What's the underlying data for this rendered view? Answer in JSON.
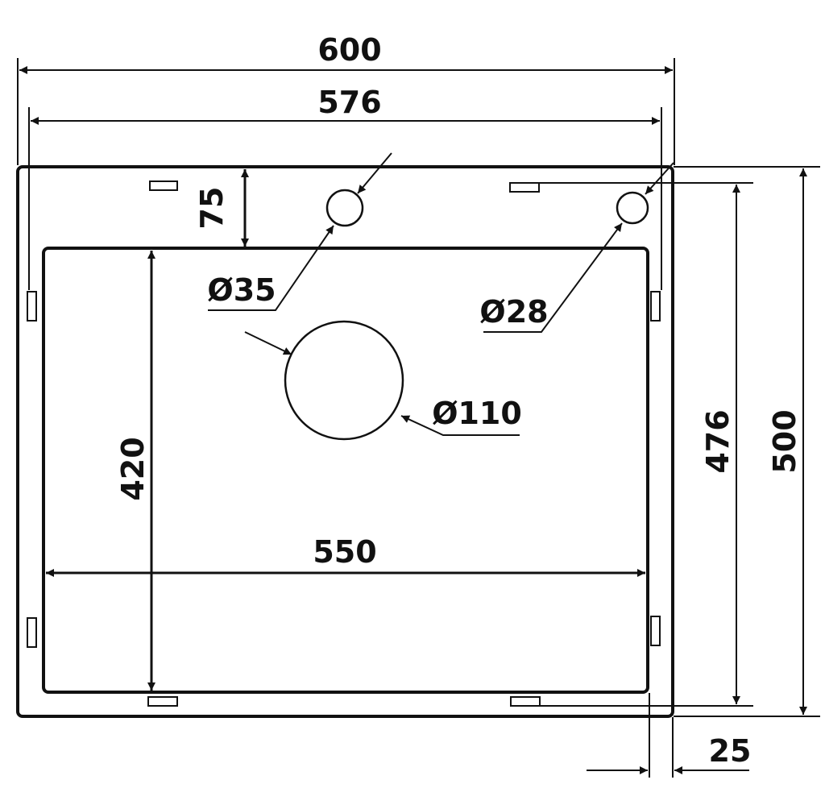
{
  "dimensions": {
    "overall_width": "600",
    "inner_width": "576",
    "bowl_width": "550",
    "bowl_depth": "420",
    "overall_depth": "500",
    "inner_depth": "476",
    "rim_offset": "75",
    "flange": "25"
  },
  "holes": {
    "tap_hole": "Ø35",
    "accessory_hole": "Ø28",
    "drain": "Ø110"
  }
}
